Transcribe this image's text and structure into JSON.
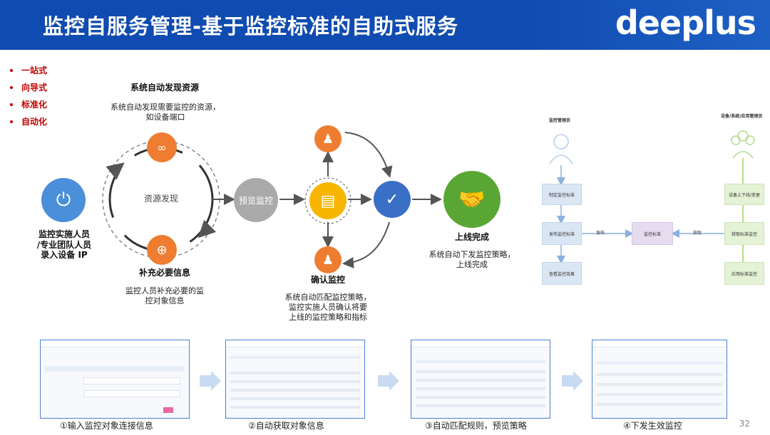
{
  "header": {
    "title": "监控自服务管理-基于监控标准的自助式服务",
    "logo": "deeplus"
  },
  "bullets": [
    "一站式",
    "向导式",
    "标准化",
    "自动化"
  ],
  "flow": {
    "discover_title": "系统自动发现资源",
    "discover_desc": [
      "系统自动发现需要监控的资源，",
      "如设备端口"
    ],
    "ring_label": "资源发现",
    "start_label": [
      "监控实施人员",
      "/专业团队人员",
      "录入设备 IP"
    ],
    "supplement_title": "补充必要信息",
    "supplement_desc": [
      "监控人员补充必要的监",
      "控对象信息"
    ],
    "preview_label": "预览监控",
    "confirm_title": "确认监控",
    "confirm_desc": [
      "系统自动匹配监控策略，",
      "监控实施人员确认将要",
      "上线的监控策略和指标"
    ],
    "done_title": "上线完成",
    "done_desc": [
      "系统自动下发监控策略，",
      "上线完成"
    ]
  },
  "roles": {
    "left_role": "监控管理员",
    "right_role": "设备/系统/应用管理员",
    "left_steps": [
      "制定监控标准",
      "发布监控标准",
      "查看监控效果"
    ],
    "center_node": "监控标准",
    "publish_label": "发布",
    "fetch_label": "获取",
    "right_steps": [
      "设备上下线/变更",
      "获取标准监控",
      "应用标准监控"
    ]
  },
  "screens": {
    "captions": [
      "①输入监控对象连接信息",
      "②自动获取对象信息",
      "③自动匹配规则，预览策略",
      "④下发生效监控"
    ]
  },
  "page_number": "32",
  "colors": {
    "header": "#0f4bb0",
    "orange": "#ee7d31",
    "blue": "#4a8fd9",
    "green": "#5aa634",
    "yellow": "#f7b500",
    "gray": "#aaaaaa",
    "bullet": "#c00000"
  }
}
